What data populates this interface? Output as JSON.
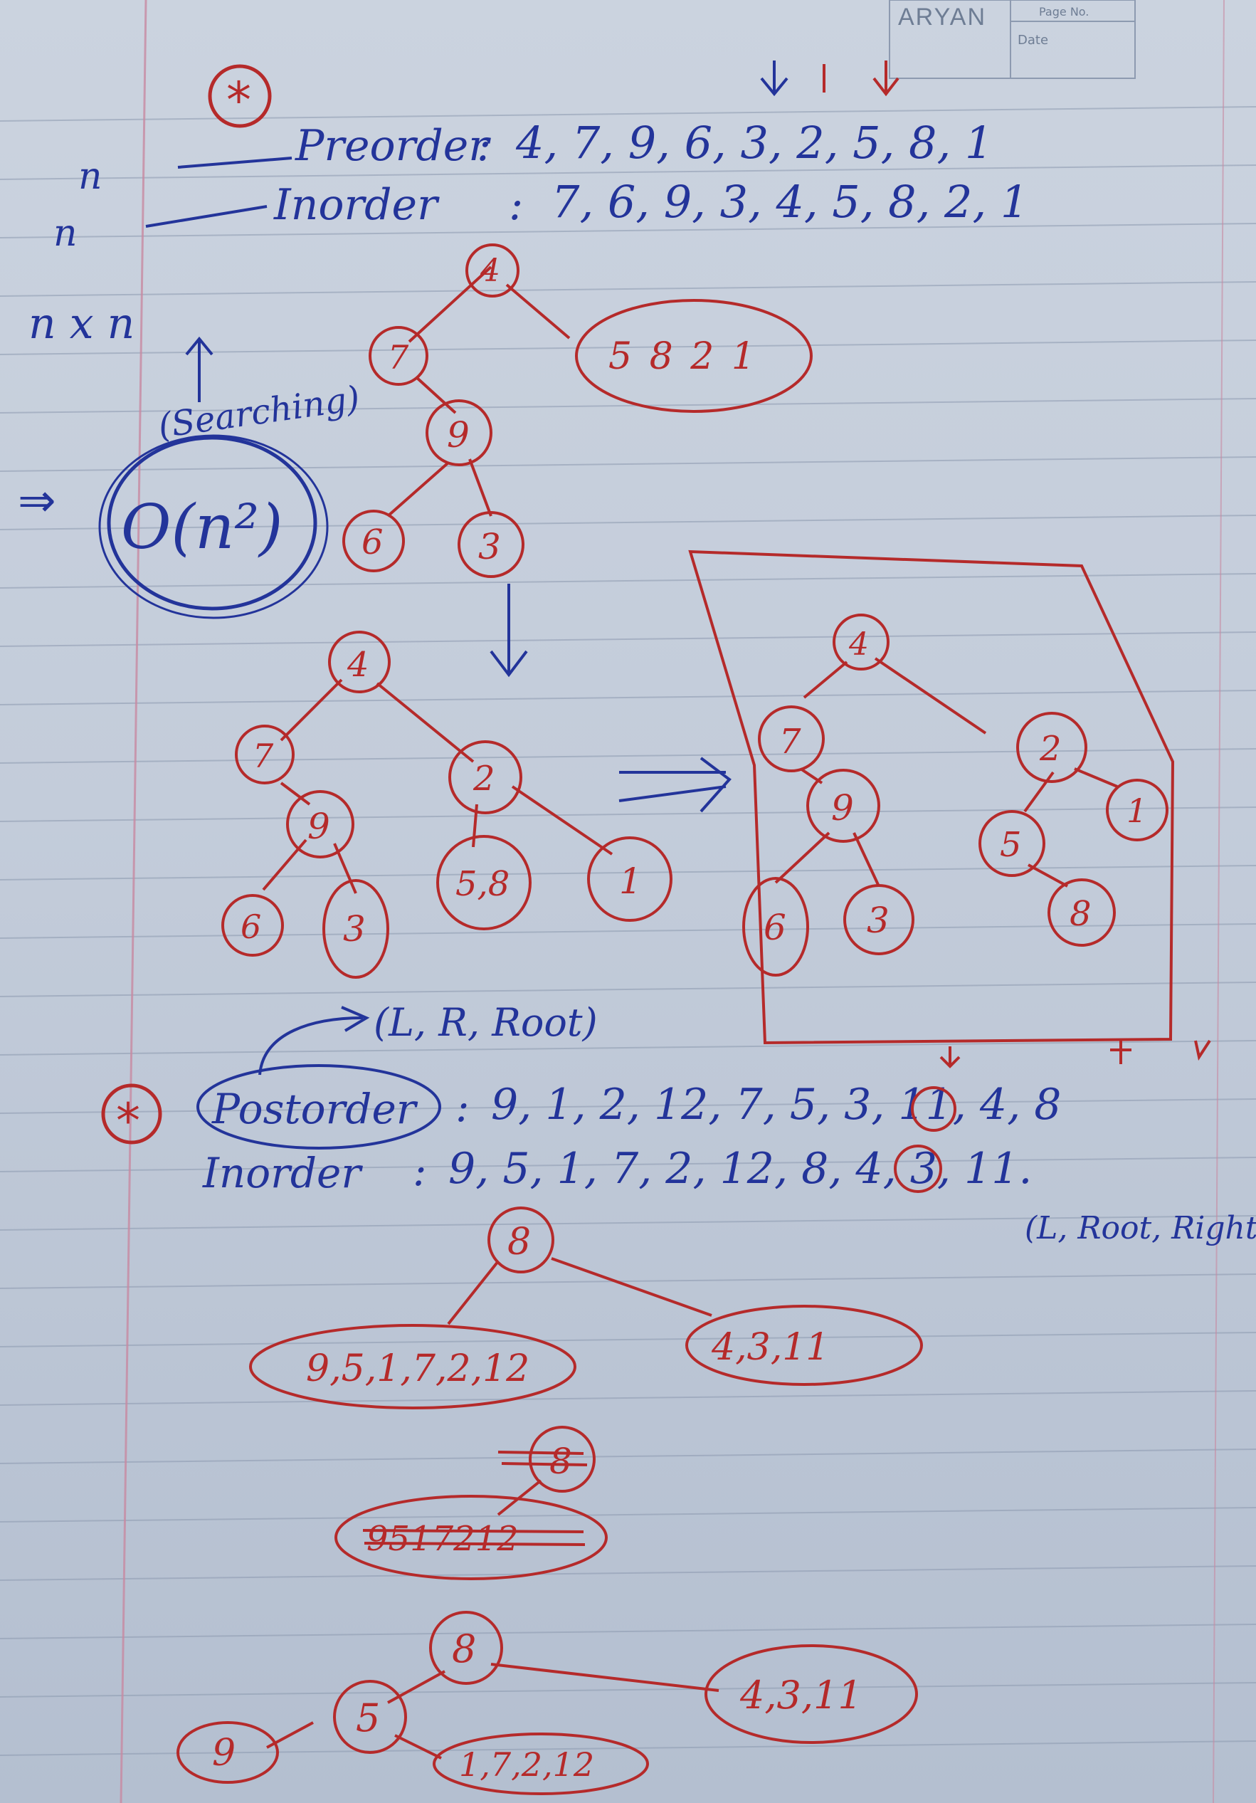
{
  "header": {
    "brand": "ARYAN",
    "page_no_label": "Page No.",
    "date_label": "Date"
  },
  "section1": {
    "star": "*",
    "preorder": {
      "prefix": "n",
      "label": "Preorder",
      "values": "4, 7, 9, 6, 3, 2, 5, 8, 1"
    },
    "inorder": {
      "prefix": "n",
      "label": "Inorder",
      "values": "7, 6, 9, 3, 4, 5, 8, 2, 1"
    },
    "nxn": "n x n",
    "searching": "(Searching)",
    "complexity": "O(n²)",
    "tree1": {
      "root": "4",
      "left": "7",
      "mid": "9",
      "ll": "6",
      "lr": "3",
      "right_group": "5 8 2 1"
    },
    "tree2": {
      "root": "4",
      "a": "7",
      "b": "9",
      "c": "6",
      "d": "3",
      "e": "2",
      "f": "5,8",
      "g": "1"
    },
    "tree3": {
      "root": "4",
      "a": "7",
      "b": "9",
      "c": "6",
      "d": "3",
      "e": "2",
      "f": "5",
      "g": "8",
      "h": "1"
    }
  },
  "section2": {
    "star": "*",
    "lr_root": "(L, R, Root)",
    "postorder": {
      "label": "Postorder",
      "values": "9, 1, 2, 12, 7, 5, 3, 11, 4, 8"
    },
    "inorder": {
      "label": "Inorder",
      "values": "9, 5, 1, 7, 2, 12, 8, 4, 3, 11."
    },
    "l_root_right": "(L, Root, Right)",
    "tree_a": {
      "root": "8",
      "left": "9,5,1,7,2,12",
      "right": "4,3,11"
    },
    "tree_b": {
      "root": "8",
      "left": "9517212"
    },
    "tree_c": {
      "root": "8",
      "mid": "5",
      "ll": "9",
      "lr": "1,7,2,12",
      "right": "4,3,11"
    }
  }
}
